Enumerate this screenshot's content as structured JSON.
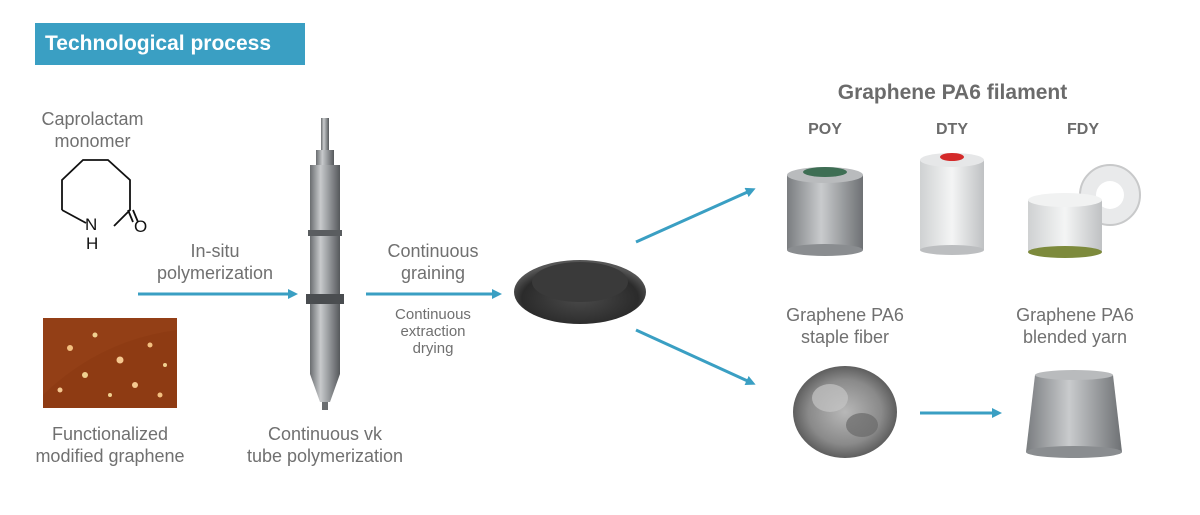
{
  "header": {
    "title": "Technological process"
  },
  "inputs": {
    "monomer_label_line1": "Caprolactam",
    "monomer_label_line2": "monomer",
    "molecule_atom_n": "N",
    "molecule_atom_h": "H",
    "molecule_atom_o": "O",
    "graphene_label_line1": "Functionalized",
    "graphene_label_line2": "modified graphene"
  },
  "steps": {
    "polymerization_line1": "In-situ",
    "polymerization_line2": "polymerization",
    "reactor_label_line1": "Continuous vk",
    "reactor_label_line2": "tube polymerization",
    "graining_line1": "Continuous",
    "graining_line2": "graining",
    "extraction_line1": "Continuous",
    "extraction_line2": "extraction",
    "extraction_line3": "drying"
  },
  "products": {
    "filament_title": "Graphene PA6 filament",
    "poy": "POY",
    "dty": "DTY",
    "fdy": "FDY",
    "staple_line1": "Graphene PA6",
    "staple_line2": "staple fiber",
    "blended_line1": "Graphene PA6",
    "blended_line2": "blended yarn"
  },
  "colors": {
    "accent": "#3a9fc3",
    "text": "#707070"
  }
}
